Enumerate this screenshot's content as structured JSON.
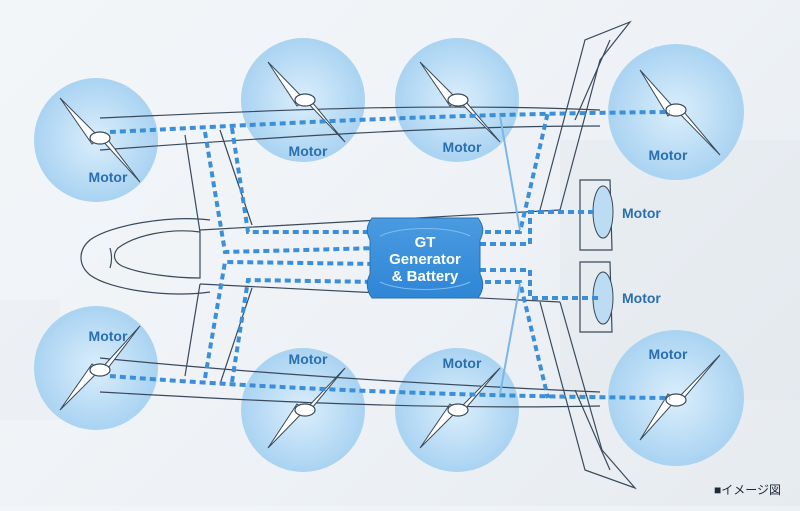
{
  "motors": [
    {
      "label": "Motor"
    },
    {
      "label": "Motor"
    },
    {
      "label": "Motor"
    },
    {
      "label": "Motor"
    },
    {
      "label": "Motor"
    },
    {
      "label": "Motor"
    },
    {
      "label": "Motor"
    },
    {
      "label": "Motor"
    },
    {
      "label": "Motor"
    },
    {
      "label": "Motor"
    }
  ],
  "core": {
    "line1": "GT",
    "line2": "Generator",
    "line3": "& Battery"
  },
  "note": "■イメージ図",
  "colors": {
    "disc": "#a9d3f2",
    "cable": "#3b8fd9",
    "core": "#2f86d6",
    "label": "#2a6fae"
  }
}
